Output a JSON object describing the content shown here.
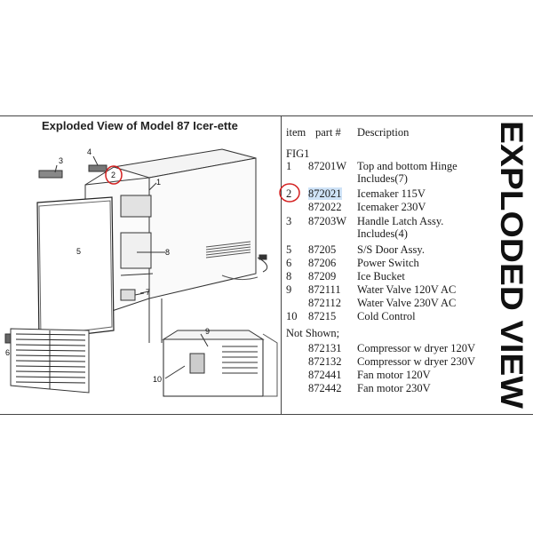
{
  "diagram_title": "Exploded View of Model 87 Icer-ette",
  "side_title": "EXPLODED VIEW",
  "table": {
    "headers": {
      "item": "item",
      "part": "part #",
      "description": "Description"
    },
    "fig_label": "FIG1",
    "rows": [
      {
        "item": "1",
        "part": "87201W",
        "description": "Top and bottom Hinge",
        "note": "Includes(7)"
      },
      {
        "item": "2",
        "part": "872021",
        "description": "Icemaker 115V"
      },
      {
        "item": "",
        "part": "872022",
        "description": "Icemaker 230V"
      },
      {
        "item": "3",
        "part": "87203W",
        "description": "Handle Latch Assy.",
        "note": "Includes(4)"
      },
      {
        "item": "5",
        "part": "87205",
        "description": "S/S Door Assy."
      },
      {
        "item": "6",
        "part": "87206",
        "description": "Power Switch"
      },
      {
        "item": "8",
        "part": "87209",
        "description": "Ice Bucket"
      },
      {
        "item": "9",
        "part": "872111",
        "description": "Water Valve 120V AC"
      },
      {
        "item": "",
        "part": "872112",
        "description": "Water Valve 230V AC"
      },
      {
        "item": "10",
        "part": "87215",
        "description": "Cold Control"
      }
    ],
    "not_shown_label": "Not Shown;",
    "not_shown": [
      {
        "part": "872131",
        "description": "Compressor w dryer 120V"
      },
      {
        "part": "872132",
        "description": "Compressor w dryer 230V"
      },
      {
        "part": "872441",
        "description": "Fan motor 120V"
      },
      {
        "part": "872442",
        "description": "Fan motor 230V"
      }
    ]
  },
  "callouts": [
    "1",
    "2",
    "3",
    "4",
    "5",
    "6",
    "7",
    "8",
    "9",
    "10"
  ],
  "highlight_color": "#cfe3f7",
  "circle_color": "#d42020"
}
